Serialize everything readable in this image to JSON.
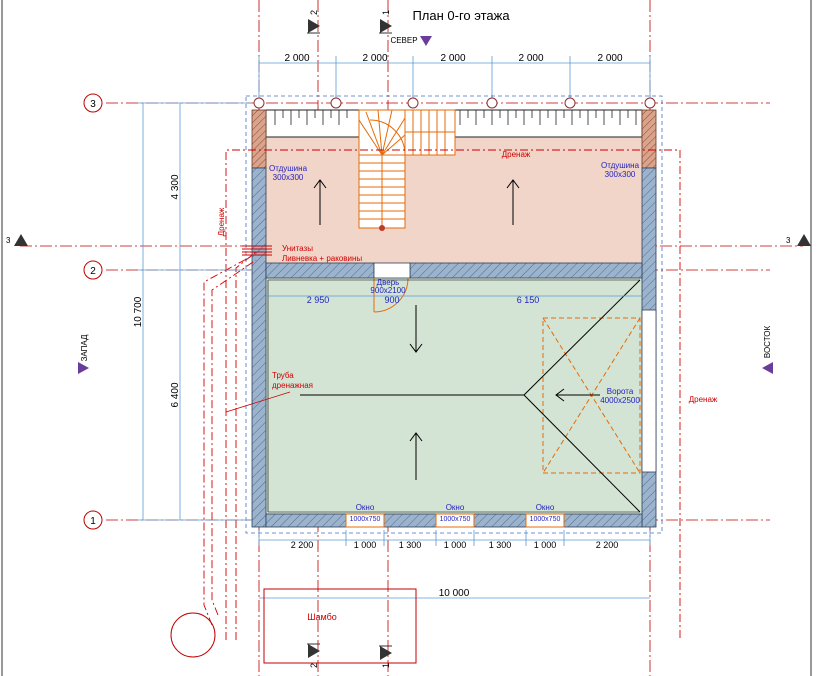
{
  "title": "План 0-го этажа",
  "north_label": "СЕВЕР",
  "west_label": "ЗАПАД",
  "east_label": "ВОСТОК",
  "section_marks": {
    "s1": "1",
    "s2": "2",
    "s3": "3"
  },
  "axes": {
    "a1": "1",
    "a2": "2",
    "a3": "3"
  },
  "top_dims": [
    "2 000",
    "2 000",
    "2 000",
    "2 000",
    "2 000"
  ],
  "bottom_dims": [
    "2 200",
    "1 000",
    "1 300",
    "1 000",
    "1 300",
    "1 000",
    "2 200"
  ],
  "overall_width": "10 000",
  "left_dims": {
    "upper": "4 300",
    "lower": "6 400",
    "total": "10 700"
  },
  "inner_dims": {
    "left": "2 950",
    "door_w": "900",
    "right": "6 150"
  },
  "labels": {
    "vent_left_1": "Отдушина",
    "vent_left_2": "300х300",
    "vent_right_1": "Отдушина",
    "vent_right_2": "300х300",
    "drainage_top": "Дренаж",
    "drainage_left": "Дренаж",
    "drainage_right": "Дренаж",
    "toilets": "Унитазы",
    "storm": "Ливневка + раковины",
    "door_1": "Дверь",
    "door_2": "900х2100",
    "pipe_1": "Труба",
    "pipe_2": "дренажная",
    "gate_1": "Ворота",
    "gate_2": "4000х2500",
    "window_1": "Окно",
    "window_size": "1000х750",
    "septic": "Шамбо"
  },
  "colors": {
    "upper_room": "#f1d5c8",
    "lower_room": "#d4e4d4",
    "wall": "#8fa8c4",
    "dim_line": "#5b9bd5",
    "axis": "#c00000",
    "stair": "#e46c0a",
    "blue_text": "#1f1fbf",
    "red_text": "#d00000"
  }
}
